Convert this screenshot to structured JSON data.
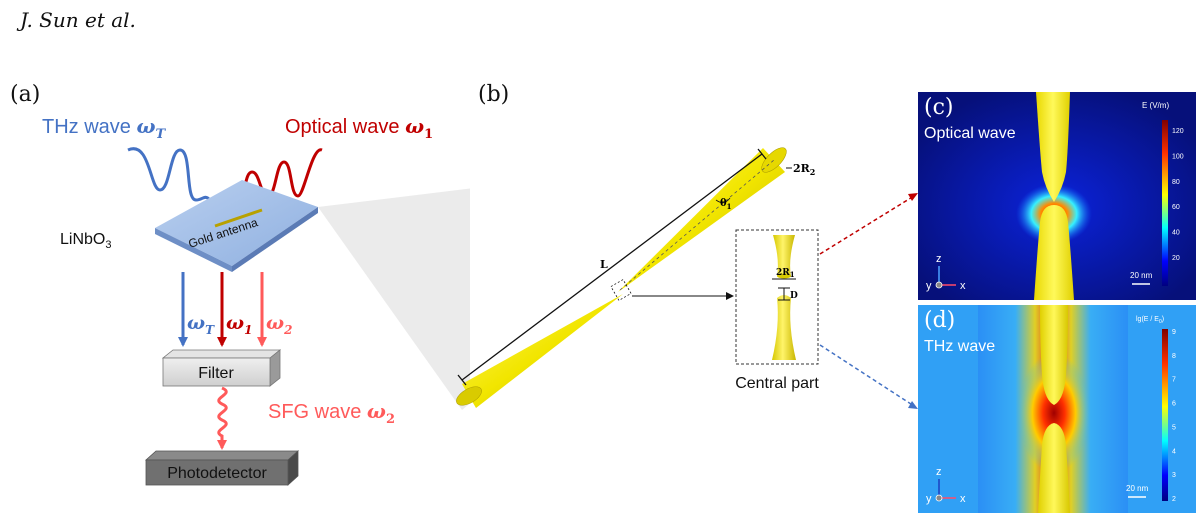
{
  "header": {
    "author": "J. Sun et al."
  },
  "panel_a": {
    "label": "(a)",
    "thz_wave": "THz wave",
    "thz_symbol": "ω",
    "thz_sub": "T",
    "optical_wave": "Optical wave",
    "optical_symbol": "ω",
    "optical_sub": "1",
    "crystal": "LiNbO",
    "crystal_sub": "3",
    "antenna": "Gold antenna",
    "beam_t_symbol": "ω",
    "beam_t_sub": "T",
    "beam_1_symbol": "ω",
    "beam_1_sub": "1",
    "beam_2_symbol": "ω",
    "beam_2_sub": "2",
    "filter": "Filter",
    "sfg_wave": "SFG wave",
    "sfg_symbol": "ω",
    "sfg_sub": "2",
    "photodetector": "Photodetector"
  },
  "panel_b": {
    "label": "(b)",
    "length": "L",
    "radius_outer": "2R",
    "radius_outer_sub": "2",
    "angle": "θ",
    "angle_sub": "1",
    "radius_inner": "2R",
    "radius_inner_sub": "1",
    "gap": "D",
    "inset_caption": "Central part"
  },
  "panel_c": {
    "label": "(c)",
    "title": "Optical wave",
    "colorbar_title": "E (V/m)",
    "ticks": [
      "120",
      "100",
      "80",
      "60",
      "40",
      "20"
    ],
    "axis_z": "z",
    "axis_y": "y",
    "axis_x": "x",
    "scale_bar": "20 nm"
  },
  "panel_d": {
    "label": "(d)",
    "title": "THz wave",
    "colorbar_title": "lg(E / E",
    "colorbar_title_sub": "0",
    "ticks": [
      "9",
      "8",
      "7",
      "6",
      "5",
      "4",
      "3",
      "2"
    ],
    "axis_z": "z",
    "axis_y": "y",
    "axis_x": "x",
    "scale_bar": "20 nm"
  },
  "colors": {
    "thz_blue": "#4472c4",
    "optical_red": "#c00000",
    "sfg_red": "#ff5a5a",
    "gold": "#f2e600"
  }
}
